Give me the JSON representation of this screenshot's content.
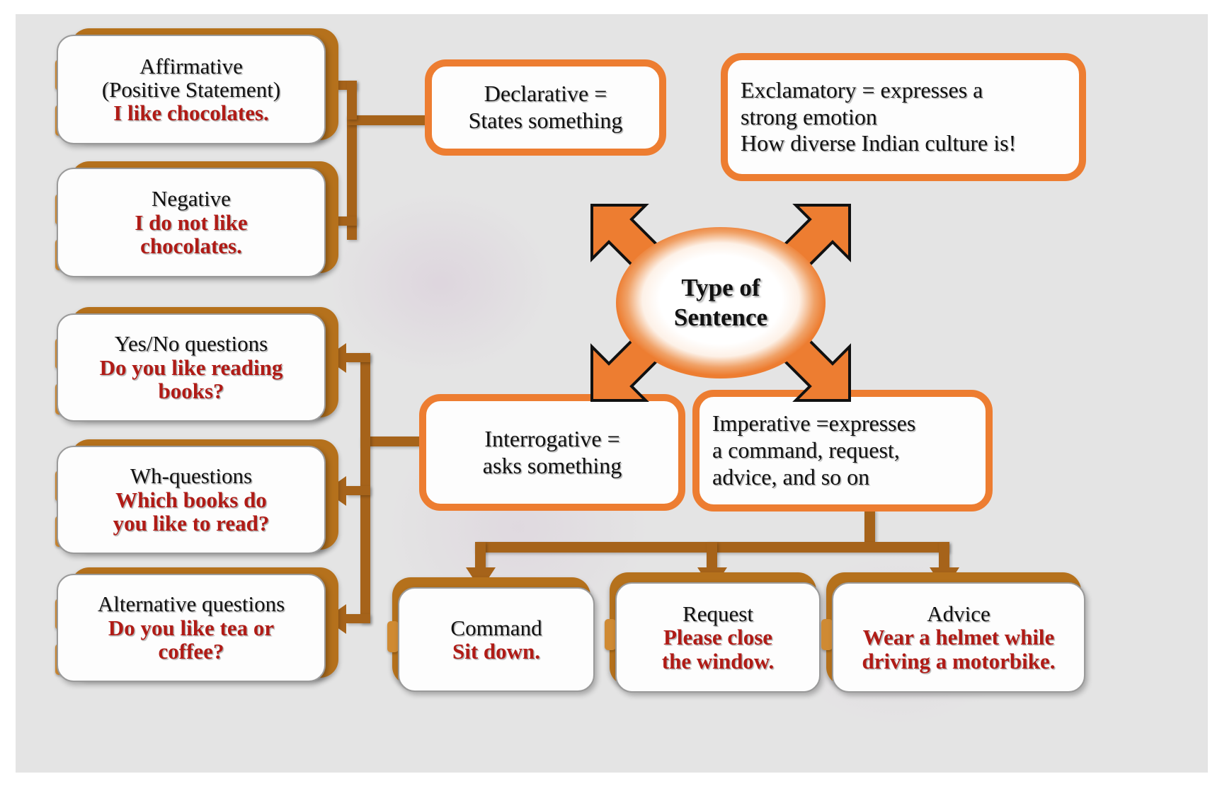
{
  "title": "Type of Sentence",
  "colors": {
    "canvas_bg": "#e4e4e4",
    "orange": "#ed7d31",
    "brown": "#a6631a",
    "backing_brown": "#b5711c",
    "tab": "#cf8a33",
    "red_text": "#b01b16",
    "black_text": "#111111"
  },
  "hub": {
    "label": "Type of\nSentence"
  },
  "categories": {
    "declarative": {
      "text": "Declarative =\nStates something"
    },
    "exclamatory": {
      "text": "Exclamatory = expresses a\nstrong emotion\nHow diverse Indian culture is!"
    },
    "interrogative": {
      "text": "Interrogative =\nasks something"
    },
    "imperative": {
      "text": "Imperative =expresses\na command, request,\nadvice, and so on"
    }
  },
  "declarative_children": [
    {
      "name": "affirmative",
      "title": "Affirmative\n(Positive Statement)",
      "example": "I like chocolates."
    },
    {
      "name": "negative",
      "title": "Negative",
      "example": "I do not like\nchocolates."
    }
  ],
  "interrogative_children": [
    {
      "name": "yes-no-questions",
      "title": "Yes/No questions",
      "example": "Do you like reading\nbooks?"
    },
    {
      "name": "wh-questions",
      "title": "Wh-questions",
      "example": "Which books do\nyou like to read?"
    },
    {
      "name": "alternative-questions",
      "title": "Alternative questions",
      "example": "Do you like tea or\ncoffee?"
    }
  ],
  "imperative_children": [
    {
      "name": "command",
      "title": "Command",
      "example": "Sit down."
    },
    {
      "name": "request",
      "title": "Request",
      "example": "Please close\nthe window."
    },
    {
      "name": "advice",
      "title": "Advice",
      "example": "Wear a helmet while\ndriving a motorbike."
    }
  ]
}
